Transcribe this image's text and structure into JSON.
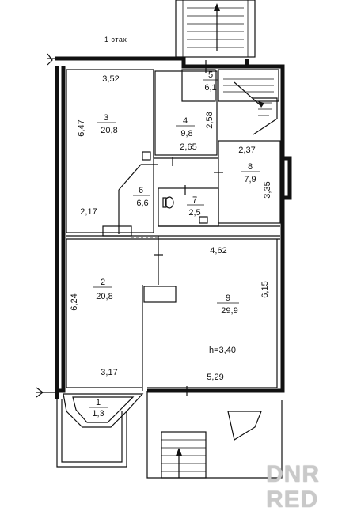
{
  "floor_title": "1 этах",
  "ceiling_height": "h=3,40",
  "rooms": [
    {
      "number": "3",
      "area": "20,8"
    },
    {
      "number": "4",
      "area": "9,8"
    },
    {
      "number": "5",
      "area": "6,1"
    },
    {
      "number": "8",
      "area": "7,9"
    },
    {
      "number": "6",
      "area": "6,6"
    },
    {
      "number": "7",
      "area": "2,5"
    },
    {
      "number": "2",
      "area": "20,8"
    },
    {
      "number": "9",
      "area": "29,9"
    },
    {
      "number": "1",
      "area": "1,3"
    }
  ],
  "dimensions": {
    "d352": "3,52",
    "d647": "6,47",
    "d258": "2,58",
    "d265": "2,65",
    "d237": "2,37",
    "d335": "3,35",
    "d217": "2,17",
    "d462": "4,62",
    "d624": "6,24",
    "d615": "6,15",
    "d317": "3,17",
    "d529": "5,29"
  },
  "watermark": {
    "line1": "DNR",
    "line2": "RED"
  }
}
